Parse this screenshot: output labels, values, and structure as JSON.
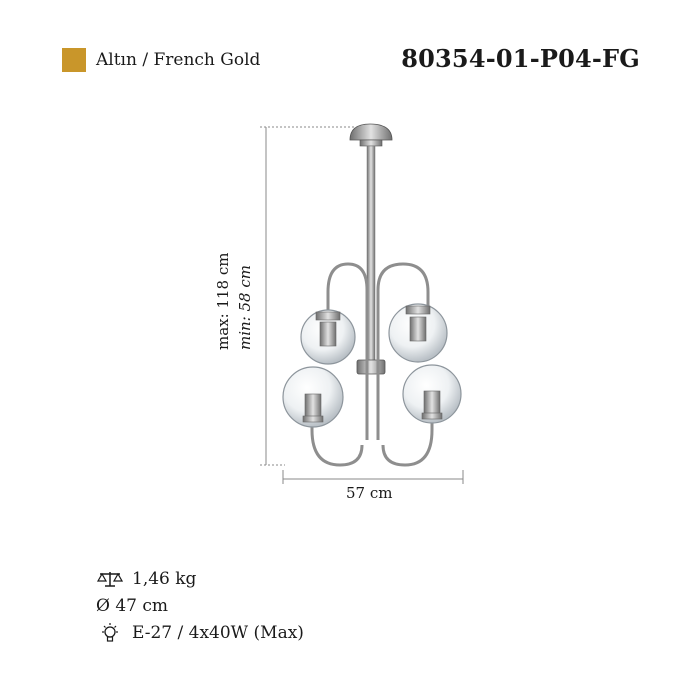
{
  "colors": {
    "gold": "#c9962a",
    "chrome": "#9a9a9a",
    "dimension_line": "#8a8a8a"
  },
  "header": {
    "color_label": "Altın / French Gold",
    "product_code": "80354-01-P04-FG"
  },
  "dimensions": {
    "height_max": "max: 118 cm",
    "height_min": "min: 58 cm",
    "width": "57 cm"
  },
  "specs": [
    {
      "icon": "scale-icon",
      "text": "1,46 kg"
    },
    {
      "icon": "diameter-icon",
      "text": "Ø 47 cm"
    },
    {
      "icon": "bulb-icon",
      "text": "E-27 / 4x40W (Max)"
    }
  ]
}
